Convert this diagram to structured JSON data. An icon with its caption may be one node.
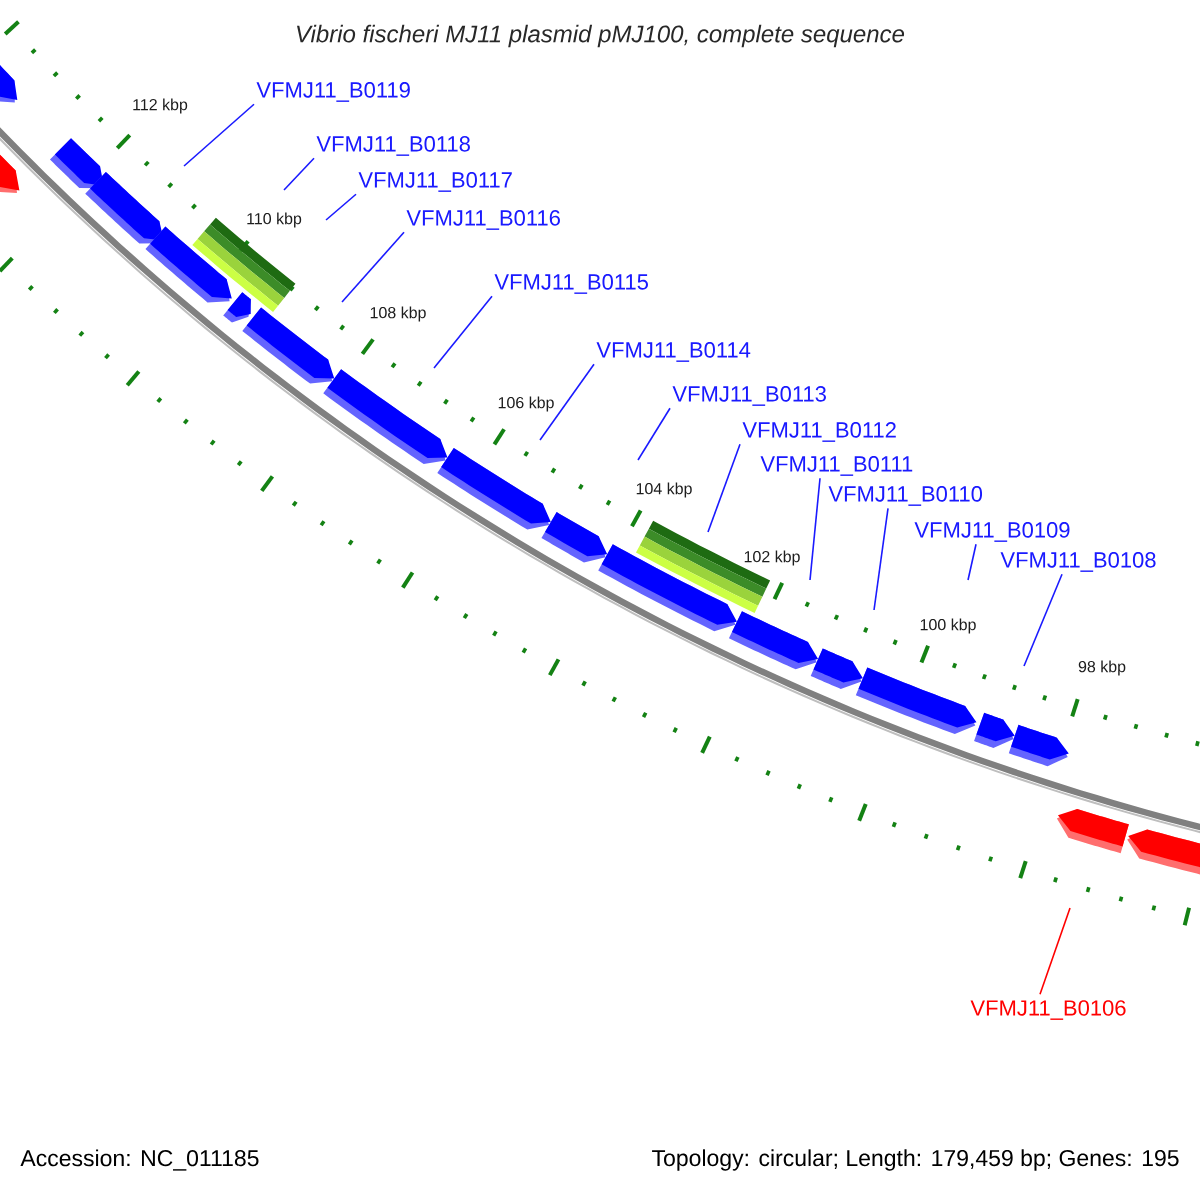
{
  "diagram": {
    "title": "*Vibrio fischeri MJ11 plasmid pMJ100, complete sequence*",
    "nodes": [
      {
        "text": [
          "VFMJ11_B0119"
        ]
      },
      {
        "text": [
          "VFMJ11_B0118"
        ]
      },
      {
        "text": [
          "VFMJ11_B0117"
        ]
      },
      {
        "text": [
          "VFMJ11_B0116"
        ]
      },
      {
        "text": [
          "VFMJ11_B0115"
        ]
      },
      {
        "text": [
          "VFMJ11_B0114"
        ]
      },
      {
        "text": [
          "VFMJ11_B0113"
        ]
      },
      {
        "text": [
          "VFMJ11_B0112"
        ]
      },
      {
        "text": [
          "VFMJ11_B0111"
        ]
      },
      {
        "text": [
          "VFMJ11_B0110"
        ]
      },
      {
        "text": [
          "VFMJ11_B0109"
        ]
      },
      {
        "text": [
          "VFMJ11_B0108"
        ]
      },
      {
        "text": [
          "VFMJ11_B0106"
        ]
      }
    ],
    "edges": [
      {
        "from": 0,
        "to": null,
        "arrow": "none"
      },
      {
        "from": 1,
        "to": null,
        "arrow": "none"
      },
      {
        "from": 2,
        "to": null,
        "arrow": "none"
      },
      {
        "from": 3,
        "to": null,
        "arrow": "none"
      },
      {
        "from": 4,
        "to": null,
        "arrow": "none"
      },
      {
        "from": 5,
        "to": null,
        "arrow": "none"
      },
      {
        "from": 6,
        "to": null,
        "arrow": "none"
      },
      {
        "from": 7,
        "to": null,
        "arrow": "none"
      },
      {
        "from": 8,
        "to": null,
        "arrow": "none"
      },
      {
        "from": 9,
        "to": null,
        "arrow": "none"
      },
      {
        "from": 10,
        "to": null,
        "arrow": "none"
      },
      {
        "from": 11,
        "to": null,
        "arrow": "none"
      },
      {
        "from": 12,
        "to": null,
        "arrow": "none",
        "color": "#ff0000"
      }
    ],
    "labels": [
      "112 kbp",
      "110 kbp",
      "108 kbp",
      "106 kbp",
      "104 kbp",
      "102 kbp",
      "100 kbp",
      "98 kbp",
      "Accession: NC_011185",
      "Topology: circular; Length: 179,459 bp; Genes: 195"
    ]
  }
}
